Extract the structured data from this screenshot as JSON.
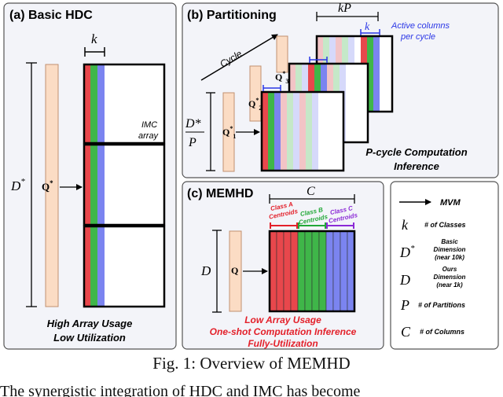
{
  "colors": {
    "red": "#e8474c",
    "green": "#3fb649",
    "blue": "#7b84f0",
    "query_fill": "#fbdcc4",
    "panel_fill": "#f3f4f9",
    "red_text": "#e3202a",
    "green_text": "#22a838",
    "purple_text": "#8b2ad6",
    "blue_text": "#2a36e6"
  },
  "panel_a": {
    "title": "(a) Basic HDC",
    "k_label": "k",
    "d_label": "D",
    "d_sup": "*",
    "q_label": "Q",
    "q_sup": "*",
    "imc_line1": "IMC",
    "imc_line2": "array",
    "footer_line1": "High Array Usage",
    "footer_line2": "Low Utilization"
  },
  "panel_b": {
    "title": "(b) Partitioning",
    "kp_label": "kP",
    "k_label": "k",
    "active_line1": "Active columns",
    "active_line2": "per cycle",
    "cycle_label": "Cycle",
    "dp_num": "D*",
    "dp_den": "P",
    "q1": "Q",
    "q1_sup": "*",
    "q1_sub": "1",
    "q2": "Q",
    "q2_sup": "*",
    "q2_sub": "2",
    "q3": "Q",
    "q3_sup": "*",
    "q3_sub": "3",
    "footer_line1": "P-cycle Computation",
    "footer_line2": "Inference"
  },
  "panel_c": {
    "title": "(c) MEMHD",
    "c_label": "C",
    "class_a_line1": "Class A",
    "class_a_line2": "Centroids",
    "class_b_line1": "Class B",
    "class_b_line2": "Centroids",
    "class_c_line1": "Class C",
    "class_c_line2": "Centroids",
    "d_label": "D",
    "q_label": "Q",
    "footer_line1": "Low Array Usage",
    "footer_line2": "One-shot Computation Inference",
    "footer_line3": "Fully-Utilization"
  },
  "legend": {
    "mvm": "MVM",
    "k_sym": "k",
    "k_desc": "# of Classes",
    "dstar_sym": "D",
    "dstar_sup": "*",
    "dstar_desc1": "Basic",
    "dstar_desc2": "Dimension",
    "dstar_desc3": "(near 10k)",
    "d_sym": "D",
    "d_desc1": "Ours",
    "d_desc2": "Dimension",
    "d_desc3": "(near 1k)",
    "p_sym": "P",
    "p_desc": "# of Partitions",
    "c_sym": "C",
    "c_desc": "# of Columns"
  },
  "caption": "Fig. 1: Overview of MEMHD",
  "body_text": "The synergistic integration of HDC and IMC has become"
}
